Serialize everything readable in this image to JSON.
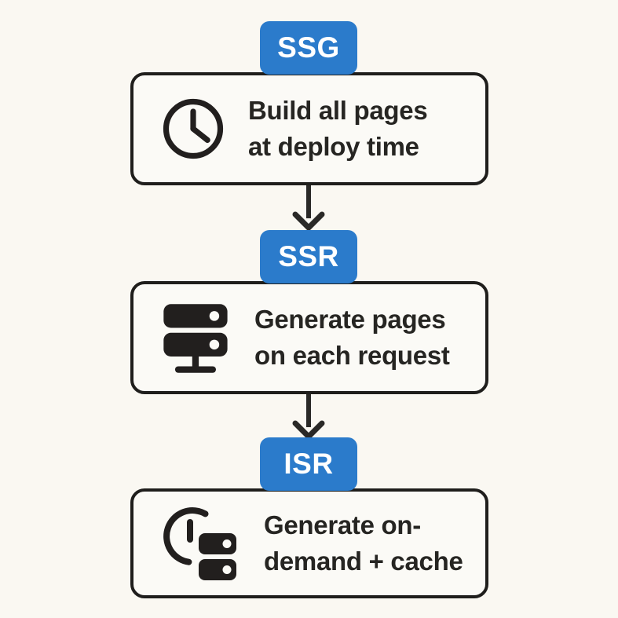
{
  "diagram": {
    "background_color": "#faf8f2",
    "accent_color": "#2b7bcb",
    "ink_color": "#221f1e",
    "box_fill_color": "#fbfaf6",
    "nodes": [
      {
        "badge": "SSG",
        "icon": "clock-icon",
        "lines": [
          "Build all pages",
          "at deploy time"
        ]
      },
      {
        "badge": "SSR",
        "icon": "server-icon",
        "lines": [
          "Generate pages",
          "on each request"
        ]
      },
      {
        "badge": "ISR",
        "icon": "clock-server-icon",
        "lines": [
          "Generate on-",
          "demand + cache"
        ]
      }
    ]
  }
}
